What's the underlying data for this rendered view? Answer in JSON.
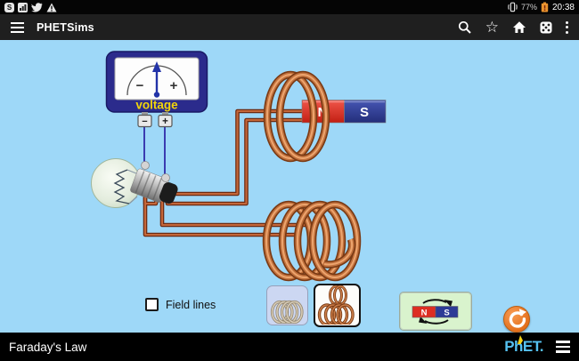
{
  "status_bar": {
    "time": "20:38",
    "battery_percent": "77%"
  },
  "app_bar": {
    "title": "PHETSims"
  },
  "icons": {
    "skype_badge": "S",
    "star": "☆"
  },
  "sim": {
    "voltmeter": {
      "label": "voltage",
      "scale_minus": "−",
      "scale_plus": "+",
      "terminal_minus": "−",
      "terminal_plus": "+"
    },
    "bar_magnet": {
      "north": "N",
      "south": "S"
    },
    "controls": {
      "field_lines_label": "Field lines",
      "flip_magnet": {
        "north": "N",
        "south": "S"
      }
    }
  },
  "bottom_bar": {
    "title": "Faraday's Law",
    "logo_text": "PhET."
  },
  "colors": {
    "sim_background": "#9ed8f8",
    "magnet_north": "#dd2e22",
    "magnet_south": "#2d3a96",
    "voltmeter_body": "#2b2b8c",
    "voltage_label": "#f2d50a",
    "reset_button": "#ed7f2a",
    "flip_button_bg": "#d9f3cd",
    "wire_copper": "#c1713d"
  }
}
